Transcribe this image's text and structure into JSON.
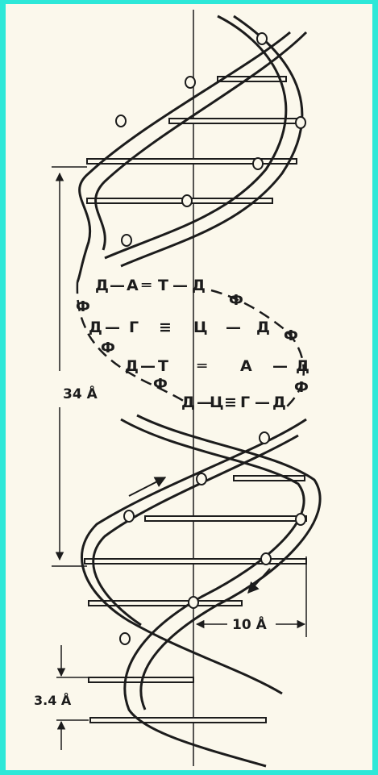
{
  "diagram": {
    "measurements": {
      "pitch": "34 Å",
      "rise": "3.4 Å",
      "diameter": "10 Å"
    },
    "base_pairs": [
      {
        "left": "Д",
        "base1": "А",
        "bond": "═",
        "base2": "Т",
        "right": "Д"
      },
      {
        "left": "Д",
        "base1": "Г",
        "bond": "≡",
        "base2": "Ц",
        "right": "Д"
      },
      {
        "left": "Д",
        "base1": "Т",
        "bond": "═",
        "base2": "А",
        "right": "Д"
      },
      {
        "left": "Д",
        "base1": "Ц",
        "bond": "≡",
        "base2": "Г",
        "right": "Д"
      }
    ],
    "phosphate_label": "Ф",
    "colors": {
      "frame_background": "#2ee8d8",
      "paper": "#fbf8ec",
      "ink": "#1c1c1c"
    }
  }
}
